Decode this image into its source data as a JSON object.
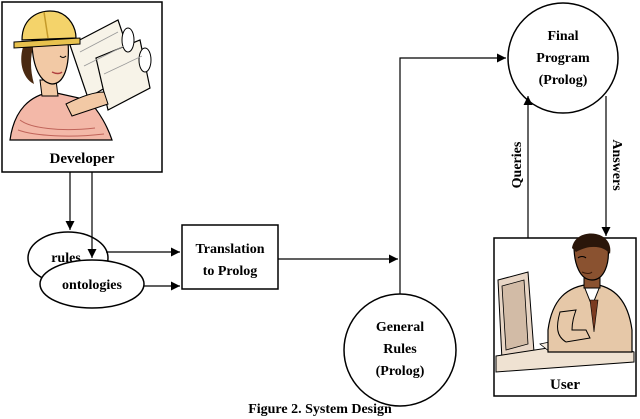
{
  "caption": "Figure 2. System Design",
  "nodes": {
    "developer": {
      "label": "Developer"
    },
    "user": {
      "label": "User"
    },
    "rules": {
      "label": "rules"
    },
    "ontologies": {
      "label": "ontologies"
    },
    "translation": {
      "line1": "Translation",
      "line2": "to Prolog"
    },
    "general_rules": {
      "line1": "General",
      "line2": "Rules",
      "line3": "(Prolog)"
    },
    "final_program": {
      "line1": "Final",
      "line2": "Program",
      "line3": "(Prolog)"
    }
  },
  "edges": {
    "queries": "Queries",
    "answers": "Answers"
  },
  "colors": {
    "line": "#000000",
    "background": "#ffffff",
    "skin": "#f2c9a5",
    "hat": "#f4d36a",
    "paper": "#f7f3e8",
    "monitor": "#e8d6c6",
    "user_skin": "#8a5230",
    "user_shirt": "#e6c8a8"
  }
}
